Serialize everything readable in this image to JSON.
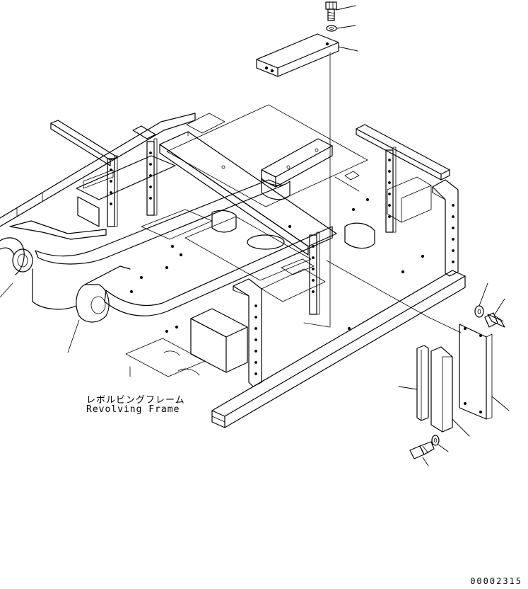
{
  "title_label": {
    "japanese": "レボルビングフレーム",
    "english": "Revolving Frame"
  },
  "document_number": "00002315"
}
